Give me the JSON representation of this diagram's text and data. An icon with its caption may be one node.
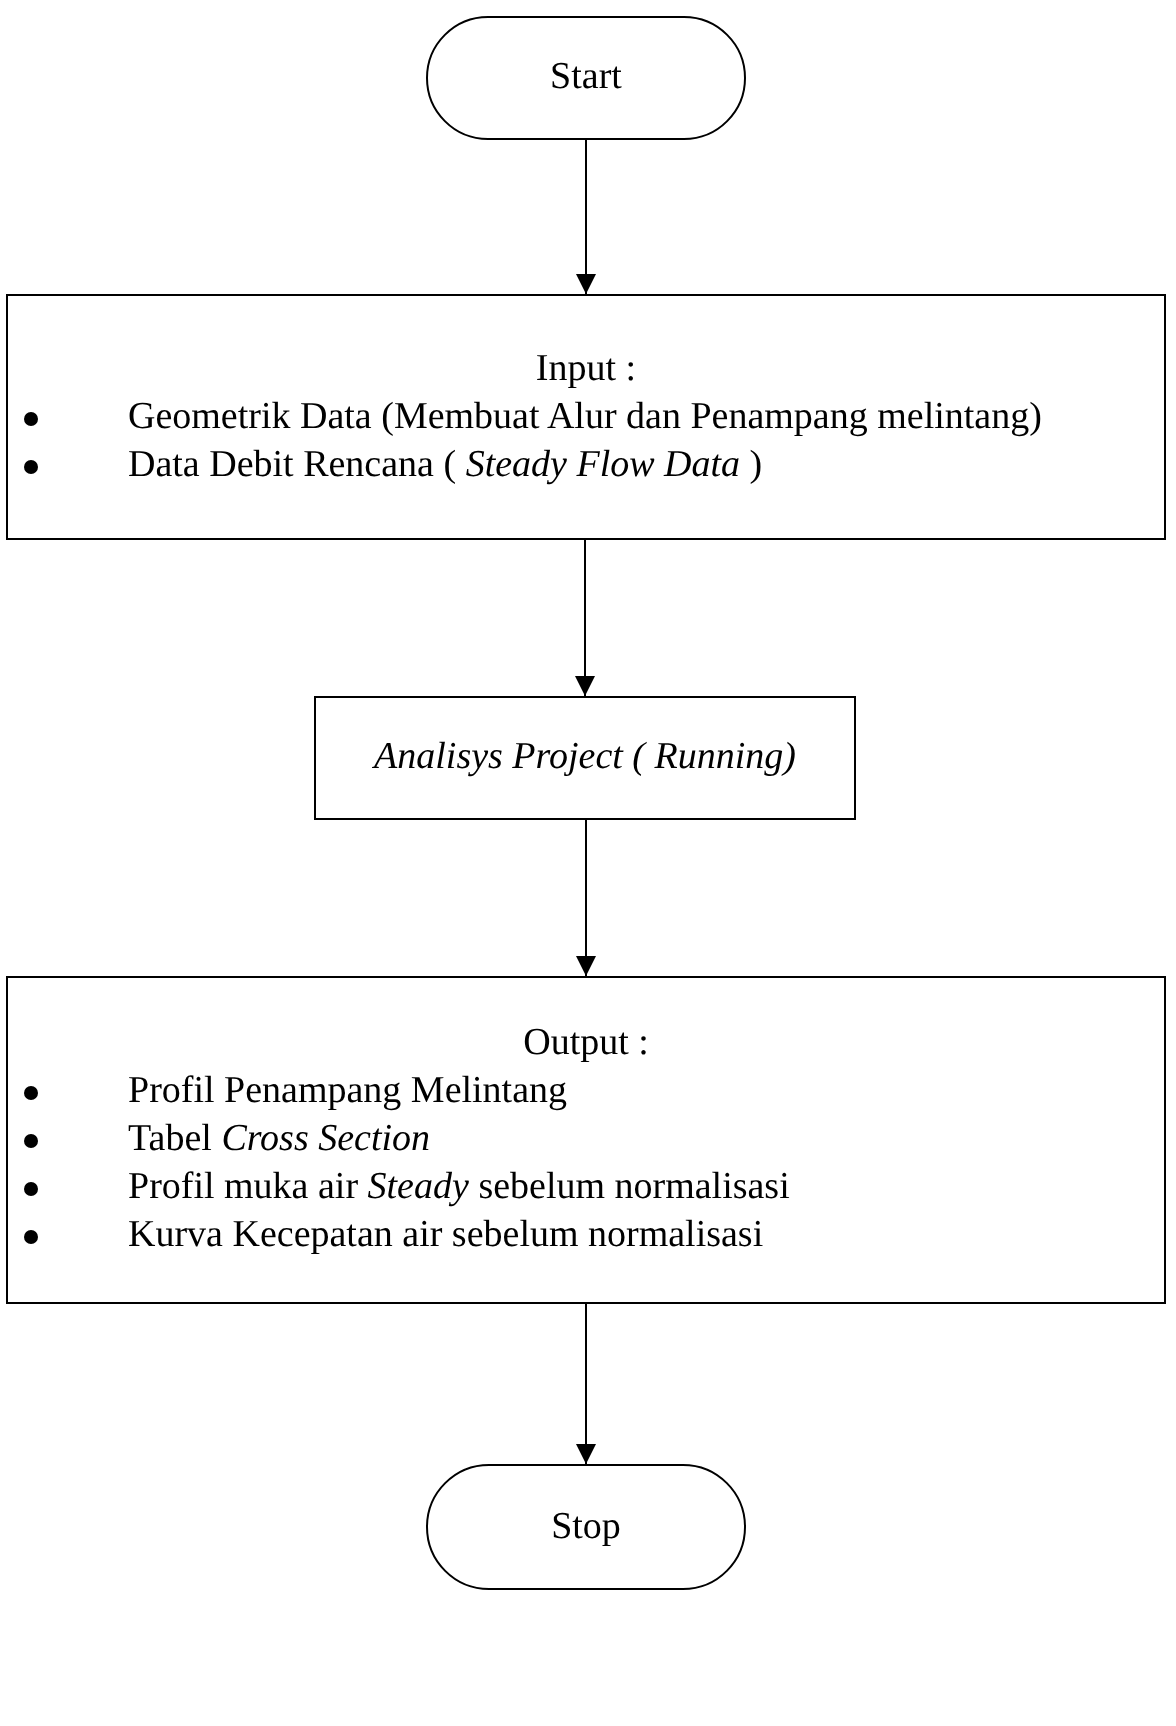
{
  "diagram": {
    "nodes": [
      {
        "text": [
          "Start"
        ]
      },
      {
        "text": [
          "Input :",
          "Geometrik Data (Membuat Alur dan Penampang melintang)",
          "Data Debit Rencana ( *Steady Flow Data* )"
        ]
      },
      {
        "text": [
          "Analisys Project ( Running)"
        ]
      },
      {
        "text": [
          "Output :",
          "Profil Penampang Melintang",
          "Tabel *Cross Section*",
          "Profil muka air *Steady* sebelum normalisasi",
          "Kurva Kecepatan air sebelum normalisasi"
        ]
      },
      {
        "text": [
          "Stop"
        ]
      }
    ],
    "edges": [
      {
        "from": 0,
        "to": 1,
        "arrow": "to"
      },
      {
        "from": 1,
        "to": 2,
        "arrow": "to"
      },
      {
        "from": 2,
        "to": 3,
        "arrow": "to"
      },
      {
        "from": 3,
        "to": 4,
        "arrow": "to"
      }
    ]
  }
}
